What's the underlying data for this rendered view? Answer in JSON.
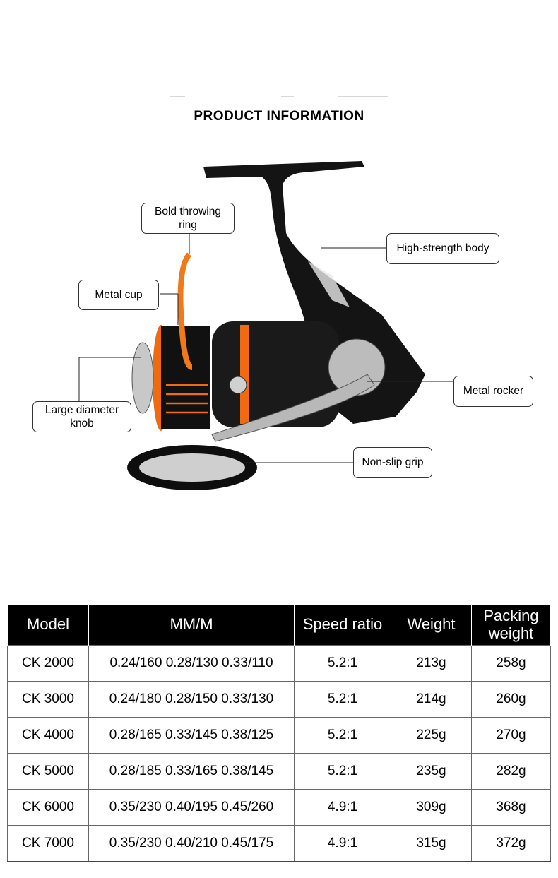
{
  "page_title": "PRODUCT INFORMATION",
  "callouts": {
    "throwing_ring": "Bold throwing ring",
    "body": "High-strength body",
    "cup": "Metal cup",
    "rocker": "Metal rocker",
    "knob_line1": "Large diameter",
    "knob_line2": "knob",
    "grip": "Non-slip grip"
  },
  "colors": {
    "accent": "#f06a12",
    "body": "#111111",
    "header_bg": "#000000"
  },
  "table": {
    "headers": [
      "Model",
      "MM/M",
      "Speed ratio",
      "Weight",
      "Packing weight"
    ],
    "rows": [
      [
        "CK 2000",
        "0.24/160 0.28/130 0.33/110",
        "5.2:1",
        "213g",
        "258g"
      ],
      [
        "CK 3000",
        "0.24/180 0.28/150 0.33/130",
        "5.2:1",
        "214g",
        "260g"
      ],
      [
        "CK 4000",
        "0.28/165 0.33/145 0.38/125",
        "5.2:1",
        "225g",
        "270g"
      ],
      [
        "CK 5000",
        "0.28/185 0.33/165 0.38/145",
        "5.2:1",
        "235g",
        "282g"
      ],
      [
        "CK 6000",
        "0.35/230 0.40/195 0.45/260",
        "4.9:1",
        "309g",
        "368g"
      ],
      [
        "CK 7000",
        "0.35/230 0.40/210 0.45/175",
        "4.9:1",
        "315g",
        "372g"
      ]
    ]
  }
}
